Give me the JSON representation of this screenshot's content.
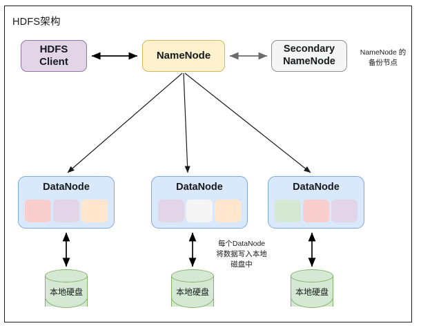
{
  "diagram": {
    "title": "HDFS架构",
    "nodes": {
      "client": {
        "label": "HDFS\nClient",
        "line1": "HDFS",
        "line2": "Client",
        "fill": "#e1d5e7",
        "stroke": "#9673a6"
      },
      "namenode": {
        "label": "NameNode",
        "fill": "#fdf2cd",
        "stroke": "#d6b656"
      },
      "secondary": {
        "line1": "Secondary",
        "line2": "NameNode",
        "fill": "#f5f5f5",
        "stroke": "#8f8f8f"
      }
    },
    "annotations": {
      "secondary_note": {
        "line1": "NameNode 的",
        "line2": "备份节点"
      },
      "disk_note": {
        "line1": "每个DataNode",
        "line2": "将数据写入本地",
        "line3": "磁盘中"
      }
    },
    "datanodes": [
      {
        "label": "DataNode",
        "fill": "#dae8fc",
        "stroke": "#7ea6e0",
        "blocks": [
          "#f8cecc",
          "#e1d5e7",
          "#ffe6cc"
        ]
      },
      {
        "label": "DataNode",
        "fill": "#dae8fc",
        "stroke": "#7ea6e0",
        "blocks": [
          "#e1d5e7",
          "#f5f5f5",
          "#ffe6cc"
        ]
      },
      {
        "label": "DataNode",
        "fill": "#dae8fc",
        "stroke": "#7ea6e0",
        "blocks": [
          "#d5e8d4",
          "#f8cecc",
          "#e1d5e7"
        ]
      }
    ],
    "disks": [
      {
        "label": "本地硬盘",
        "fill": "#d5e8d4",
        "stroke": "#82b366"
      },
      {
        "label": "本地硬盘",
        "fill": "#d5e8d4",
        "stroke": "#82b366"
      },
      {
        "label": "本地硬盘",
        "fill": "#d5e8d4",
        "stroke": "#82b366"
      }
    ],
    "connectors": [
      {
        "name": "client-namenode",
        "kind": "bidirectional",
        "color": "#000000"
      },
      {
        "name": "namenode-secondary",
        "kind": "bidirectional",
        "color": "#6b6b6b"
      },
      {
        "name": "namenode-datanode-1",
        "kind": "directional",
        "color": "#1a1a1a"
      },
      {
        "name": "namenode-datanode-2",
        "kind": "directional",
        "color": "#1a1a1a"
      },
      {
        "name": "namenode-datanode-3",
        "kind": "directional",
        "color": "#1a1a1a"
      },
      {
        "name": "datanode-1-disk",
        "kind": "bidirectional",
        "color": "#000000"
      },
      {
        "name": "datanode-2-disk",
        "kind": "bidirectional",
        "color": "#000000"
      },
      {
        "name": "datanode-3-disk",
        "kind": "bidirectional",
        "color": "#000000"
      }
    ],
    "frame": {
      "stroke": "#1a1a1a",
      "background": "#ffffff"
    }
  }
}
